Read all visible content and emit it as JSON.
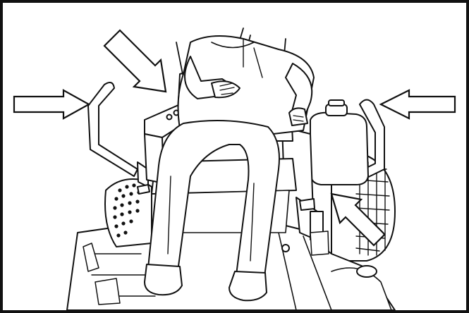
{
  "illustration": {
    "subject": "mower-operator-seat-controls",
    "line_color": "#111111",
    "fill_color": "#ffffff",
    "arrow_count": 4,
    "arrows": [
      {
        "name": "left-arrow",
        "direction": "right"
      },
      {
        "name": "upper-left-arrow",
        "direction": "down-right"
      },
      {
        "name": "right-arrow",
        "direction": "left"
      },
      {
        "name": "lower-right-arrow",
        "direction": "up-left"
      }
    ]
  }
}
